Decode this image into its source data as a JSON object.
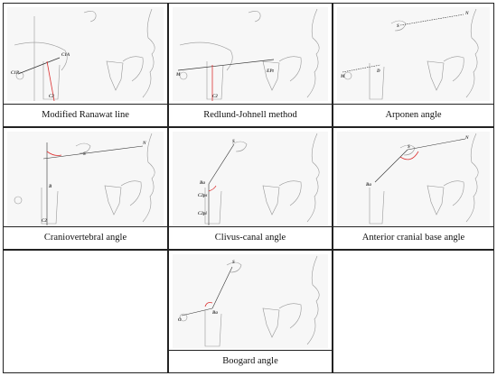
{
  "panels": [
    {
      "caption": "Modified Ranawat line",
      "labels": [
        "C1A",
        "C1P",
        "C2"
      ]
    },
    {
      "caption": "Redlund-Johnell method",
      "labels": [
        "M",
        "EPt",
        "C2"
      ]
    },
    {
      "caption": "Arponen angle",
      "labels": [
        "N",
        "S",
        "M",
        "D"
      ]
    },
    {
      "caption": "Craniovertebral angle",
      "labels": [
        "N",
        "S",
        "B",
        "C2"
      ]
    },
    {
      "caption": "Clivus-canal angle",
      "labels": [
        "S",
        "Ba",
        "C2ps",
        "C2pi"
      ]
    },
    {
      "caption": "Anterior cranial base angle",
      "labels": [
        "N",
        "S",
        "Ba"
      ]
    },
    {
      "caption": "Boogard angle",
      "labels": [
        "S",
        "O",
        "Ba"
      ]
    }
  ]
}
